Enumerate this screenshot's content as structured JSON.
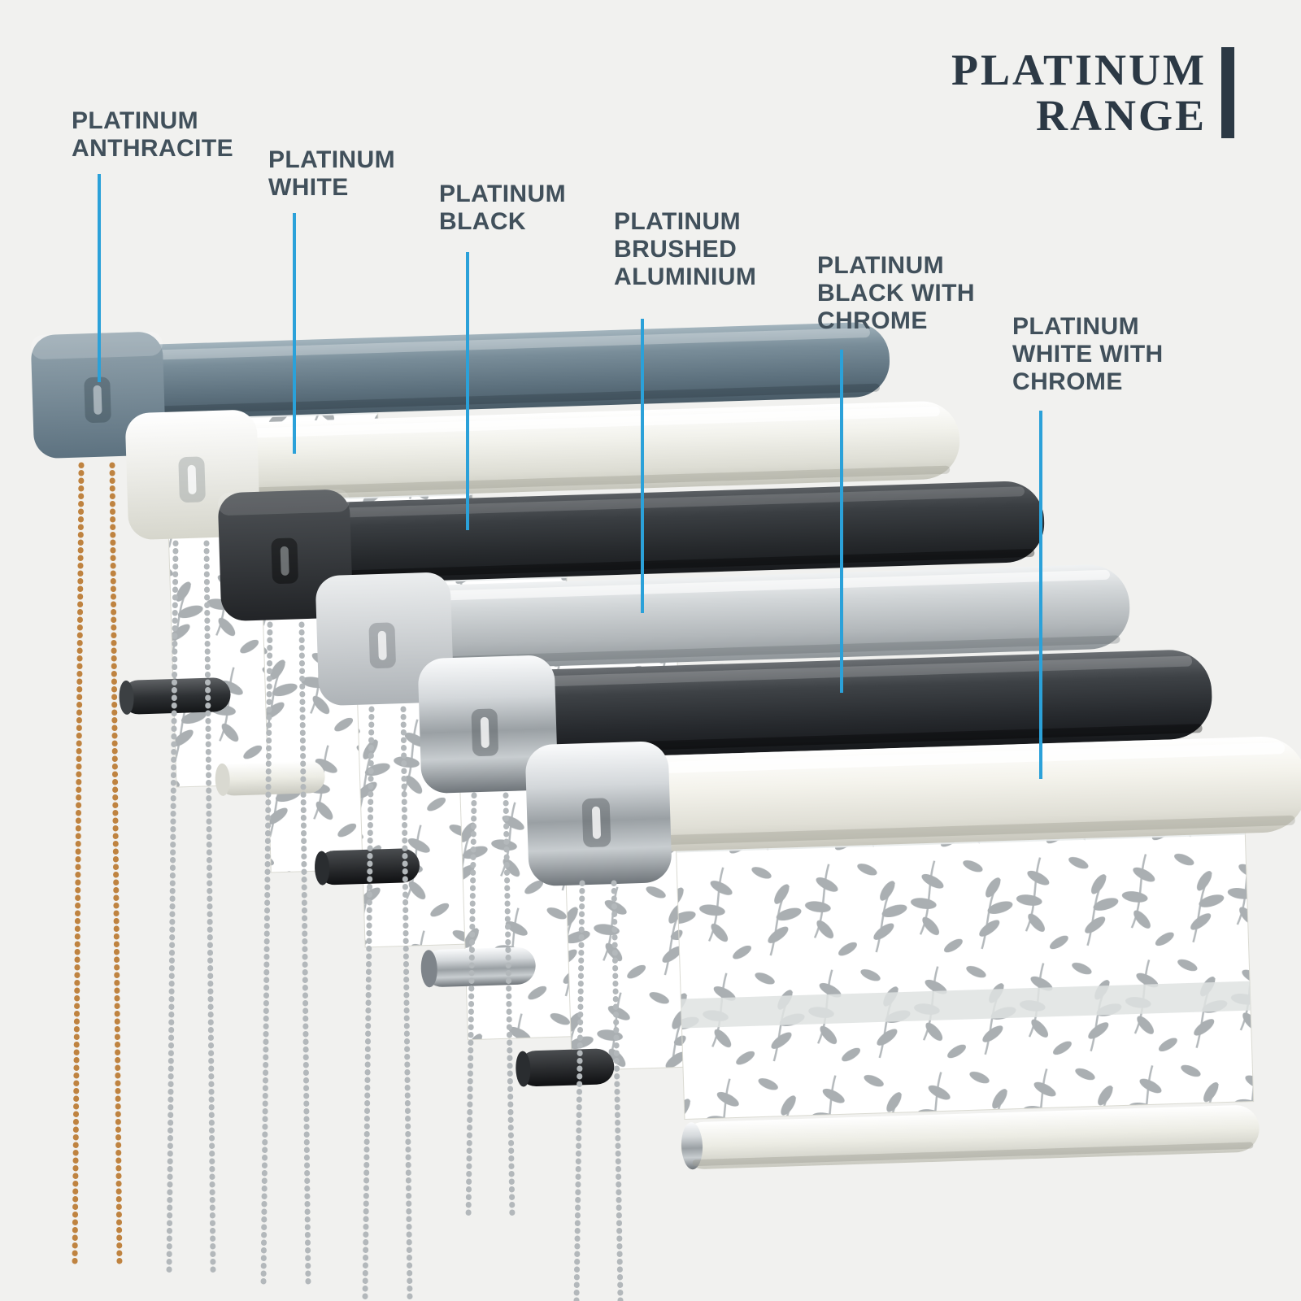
{
  "page": {
    "background": "#f1f1ef"
  },
  "brand": {
    "title_line1": "PLATINUM",
    "title_line2": "RANGE",
    "text_color": "#2c3945",
    "bar_color": "#2c3945"
  },
  "callouts": {
    "leader_color": "#2ba1d9",
    "text_color": "#41505b",
    "items": [
      {
        "id": "platinum-anthracite",
        "label": "PLATINUM ANTHRACITE",
        "headrail_color": "#667a87",
        "chain_color": "#bf8340"
      },
      {
        "id": "platinum-white",
        "label": "PLATINUM WHITE",
        "headrail_color": "#f0f0e9",
        "chain_color": "#b3b8bb"
      },
      {
        "id": "platinum-black",
        "label": "PLATINUM BLACK",
        "headrail_color": "#2c2f33",
        "chain_color": "#b3b8bb"
      },
      {
        "id": "platinum-brushed-aluminium",
        "label": "PLATINUM BRUSHED ALUMINIUM",
        "headrail_color": "#c4c8cb",
        "chain_color": "#b3b8bb"
      },
      {
        "id": "platinum-black-with-chrome",
        "label": "PLATINUM BLACK WITH CHROME",
        "headrail_color": "#2e3236",
        "endcap_color": "#c9ced2",
        "chain_color": "#b3b8bb"
      },
      {
        "id": "platinum-white-with-chrome",
        "label": "PLATINUM WHITE WITH CHROME",
        "headrail_color": "#f2f1ea",
        "endcap_color": "#c9ced2",
        "chain_color": "#b3b8bb"
      }
    ]
  },
  "illustration": {
    "subject": "Six cascading roller-blind cassettes with grey leaf-vine sheer fabric and bead chains"
  }
}
